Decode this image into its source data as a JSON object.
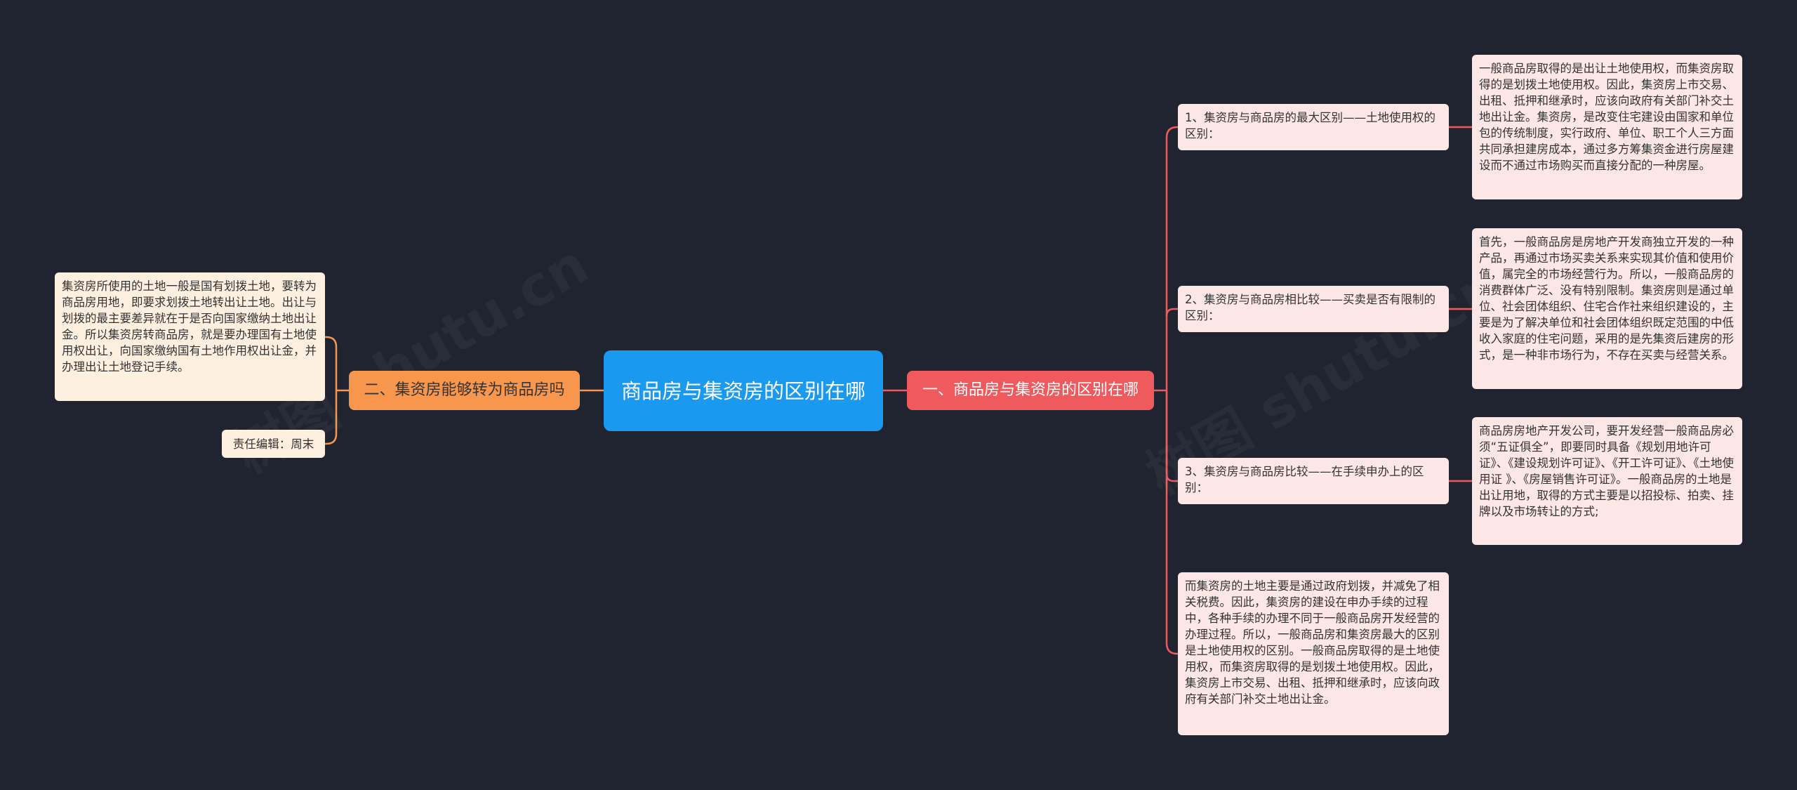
{
  "colors": {
    "background": "#1f2430",
    "root": "#1a99f0",
    "branch_right": "#ef5a5f",
    "branch_left": "#f7964c",
    "right_subnode": "#fde6e6",
    "left_leaf": "#fdf0e1",
    "connector_right": "#ef5a5f",
    "connector_left": "#f7964c"
  },
  "root": {
    "title": "商品房与集资房的区别在哪"
  },
  "right_branch": {
    "label": "一、商品房与集资房的区别在哪",
    "children": [
      {
        "label": "1、集资房与商品房的最大区别——土地使用权的区别：",
        "detail": "一般商品房取得的是出让土地使用权，而集资房取得的是划拨土地使用权。因此，集资房上市交易、出租、抵押和继承时，应该向政府有关部门补交土地出让金。集资房，是改变住宅建设由国家和单位包的传统制度，实行政府、单位、职工个人三方面共同承担建房成本，通过多方筹集资金进行房屋建设而不通过市场购买而直接分配的一种房屋。"
      },
      {
        "label": "2、集资房与商品房相比较——买卖是否有限制的区别：",
        "detail": "首先，一般商品房是房地产开发商独立开发的一种产品，再通过市场买卖关系来实现其价值和使用价值，属完全的市场经营行为。所以，一般商品房的消费群体广泛、没有特别限制。集资房则是通过单位、社会团体组织、住宅合作社来组织建设的，主要是为了解决单位和社会团体组织既定范围的中低收入家庭的住宅问题，采用的是先集资后建房的形式，是一种非市场行为，不存在买卖与经营关系。"
      },
      {
        "label": "3、集资房与商品房比较——在手续申办上的区别：",
        "detail": "商品房房地产开发公司，要开发经营一般商品房必须“五证俱全”，即要同时具备《规划用地许可证》、《建设规划许可证》、《开工许可证》、《土地使用证 》、《房屋销售许可证》。一般商品房的土地是出让用地，取得的方式主要是以招投标、拍卖、挂牌以及市场转让的方式;"
      },
      {
        "label": "而集资房的土地主要是通过政府划拨，并减免了相关税费。因此，集资房的建设在申办手续的过程中，各种手续的办理不同于一般商品房开发经营的办理过程。所以，一般商品房和集资房最大的区别是土地使用权的区别。一般商品房取得的是土地使用权，而集资房取得的是划拨土地使用权。因此，集资房上市交易、出租、抵押和继承时，应该向政府有关部门补交土地出让金。"
      }
    ]
  },
  "left_branch": {
    "label": "二、集资房能够转为商品房吗",
    "children": [
      {
        "label": "集资房所使用的土地一般是国有划拨土地，要转为商品房用地，即要求划拨土地转出让土地。出让与划拨的最主要差异就在于是否向国家缴纳土地出让金。所以集资房转商品房，就是要办理国有土地使用权出让，向国家缴纳国有土地作用权出让金，并办理出让土地登记手续。"
      },
      {
        "label": "责任编辑：周末"
      }
    ]
  },
  "watermark": "树图 shutu.cn"
}
